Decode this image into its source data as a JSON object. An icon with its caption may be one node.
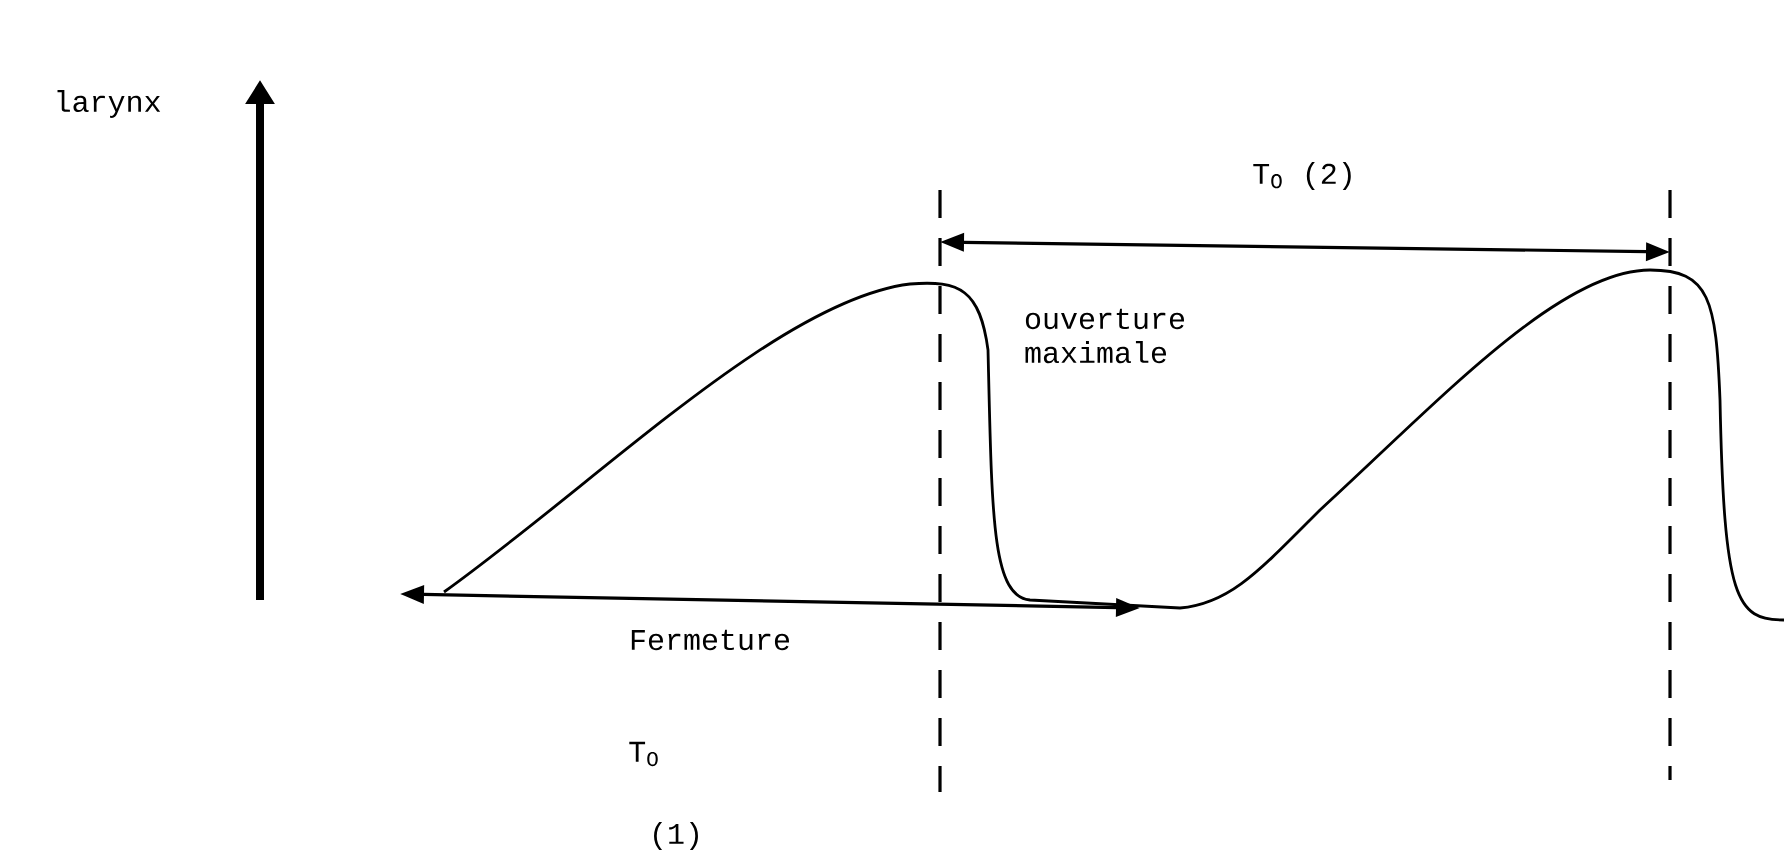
{
  "diagram": {
    "labels": [
      "larynx",
      "T$_{O}$ (2)",
      "ouverture maximale",
      "Fermeture",
      "T$_{O}$",
      "(1)"
    ]
  }
}
